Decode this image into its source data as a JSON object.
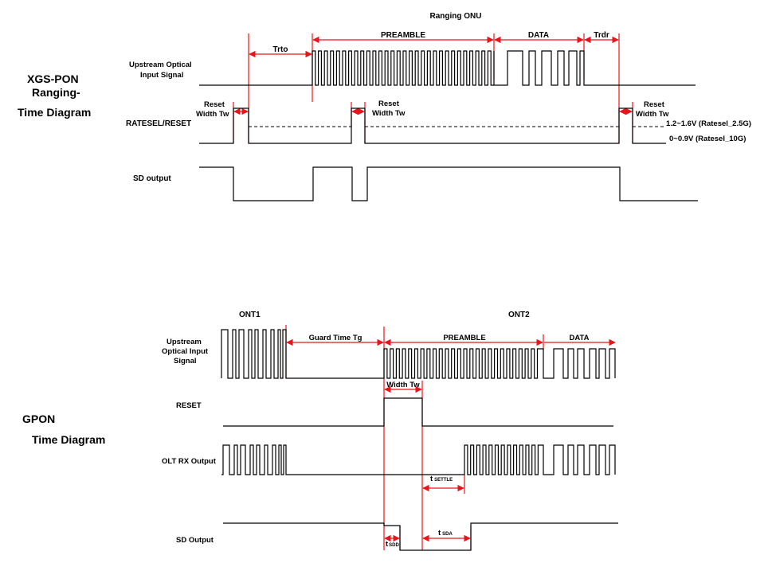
{
  "xgs": {
    "title1": "XGS-PON",
    "title2": "Ranging-",
    "title3": "Time Diagram",
    "header": "Ranging ONU",
    "trto": "Trto",
    "preamble": "PREAMBLE",
    "data": "DATA",
    "trdr": "Trdr",
    "upstream1": "Upstream Optical",
    "upstream2": "Input Signal",
    "reset_label": "RATESEL/RESET",
    "reset_w1": "Reset",
    "reset_w2": "Width Tw",
    "level_high": "1.2~1.6V (Ratesel_2.5G)",
    "level_low": "0~0.9V (Ratesel_10G)",
    "sd_label": "SD output"
  },
  "gpon": {
    "title1": "GPON",
    "title2": "Time Diagram",
    "ont1": "ONT1",
    "ont2": "ONT2",
    "guard": "Guard Time Tg",
    "preamble": "PREAMBLE",
    "data": "DATA",
    "upstream1": "Upstream",
    "upstream2": "Optical Input",
    "upstream3": "Signal",
    "width_tw": "Width Tw",
    "reset_label": "RESET",
    "olt_label": "OLT RX Output",
    "sd_label": "SD Output",
    "t_settle_t": "t",
    "t_settle_sub": "SETTLE",
    "t_sda_t": "t",
    "t_sda_sub": "SDA",
    "t_sdd_t": "t",
    "t_sdd_sub": "SDD"
  }
}
